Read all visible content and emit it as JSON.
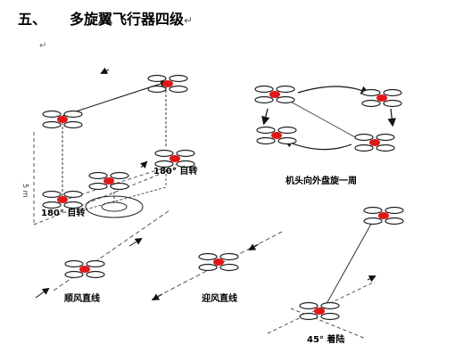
{
  "heading": {
    "number": "五、",
    "title": "多旋翼飞行器四级",
    "return_mark": "↵"
  },
  "return_mark_2": "↵",
  "colors": {
    "rotor_ring": "#222222",
    "rotor_center": "#e01818",
    "line": "#111111",
    "dashed": "#555555"
  },
  "panels": {
    "rotation_box": {
      "label_1": "180° 自转",
      "label_2": "180° 自转",
      "height_label": "5 m"
    },
    "circle": {
      "label": "机头向外盘旋一周"
    },
    "downwind": {
      "label": "顺风直线"
    },
    "upwind": {
      "label": "迎风直线"
    },
    "landing": {
      "label": "45° 着陆"
    }
  }
}
